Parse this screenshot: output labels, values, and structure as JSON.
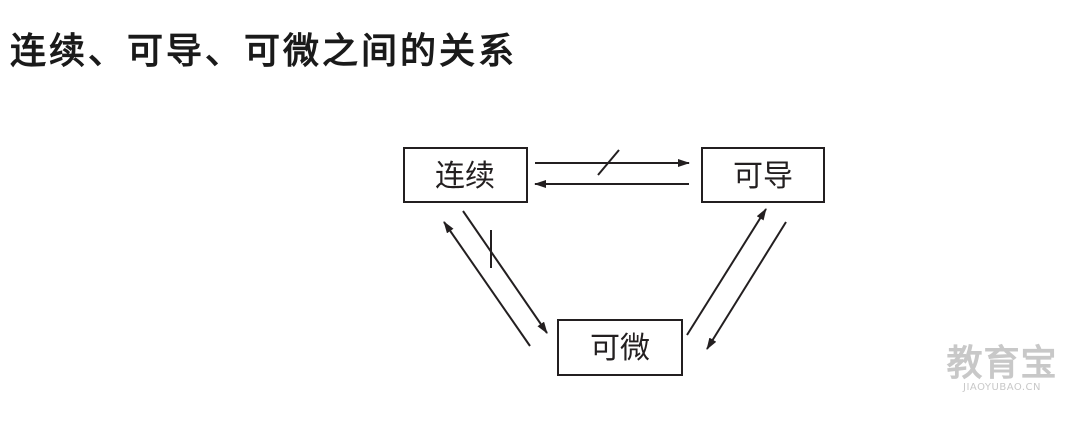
{
  "title": "连续、可导、可微之间的关系",
  "nodes": {
    "continuous": "连续",
    "differentiable": "可导",
    "micro_differentiable": "可微"
  },
  "watermark": {
    "main": "教育宝",
    "sub": "JIAOYUBAO.CN"
  },
  "colors": {
    "ink": "#231f20",
    "watermark": "#c8c8c8"
  }
}
